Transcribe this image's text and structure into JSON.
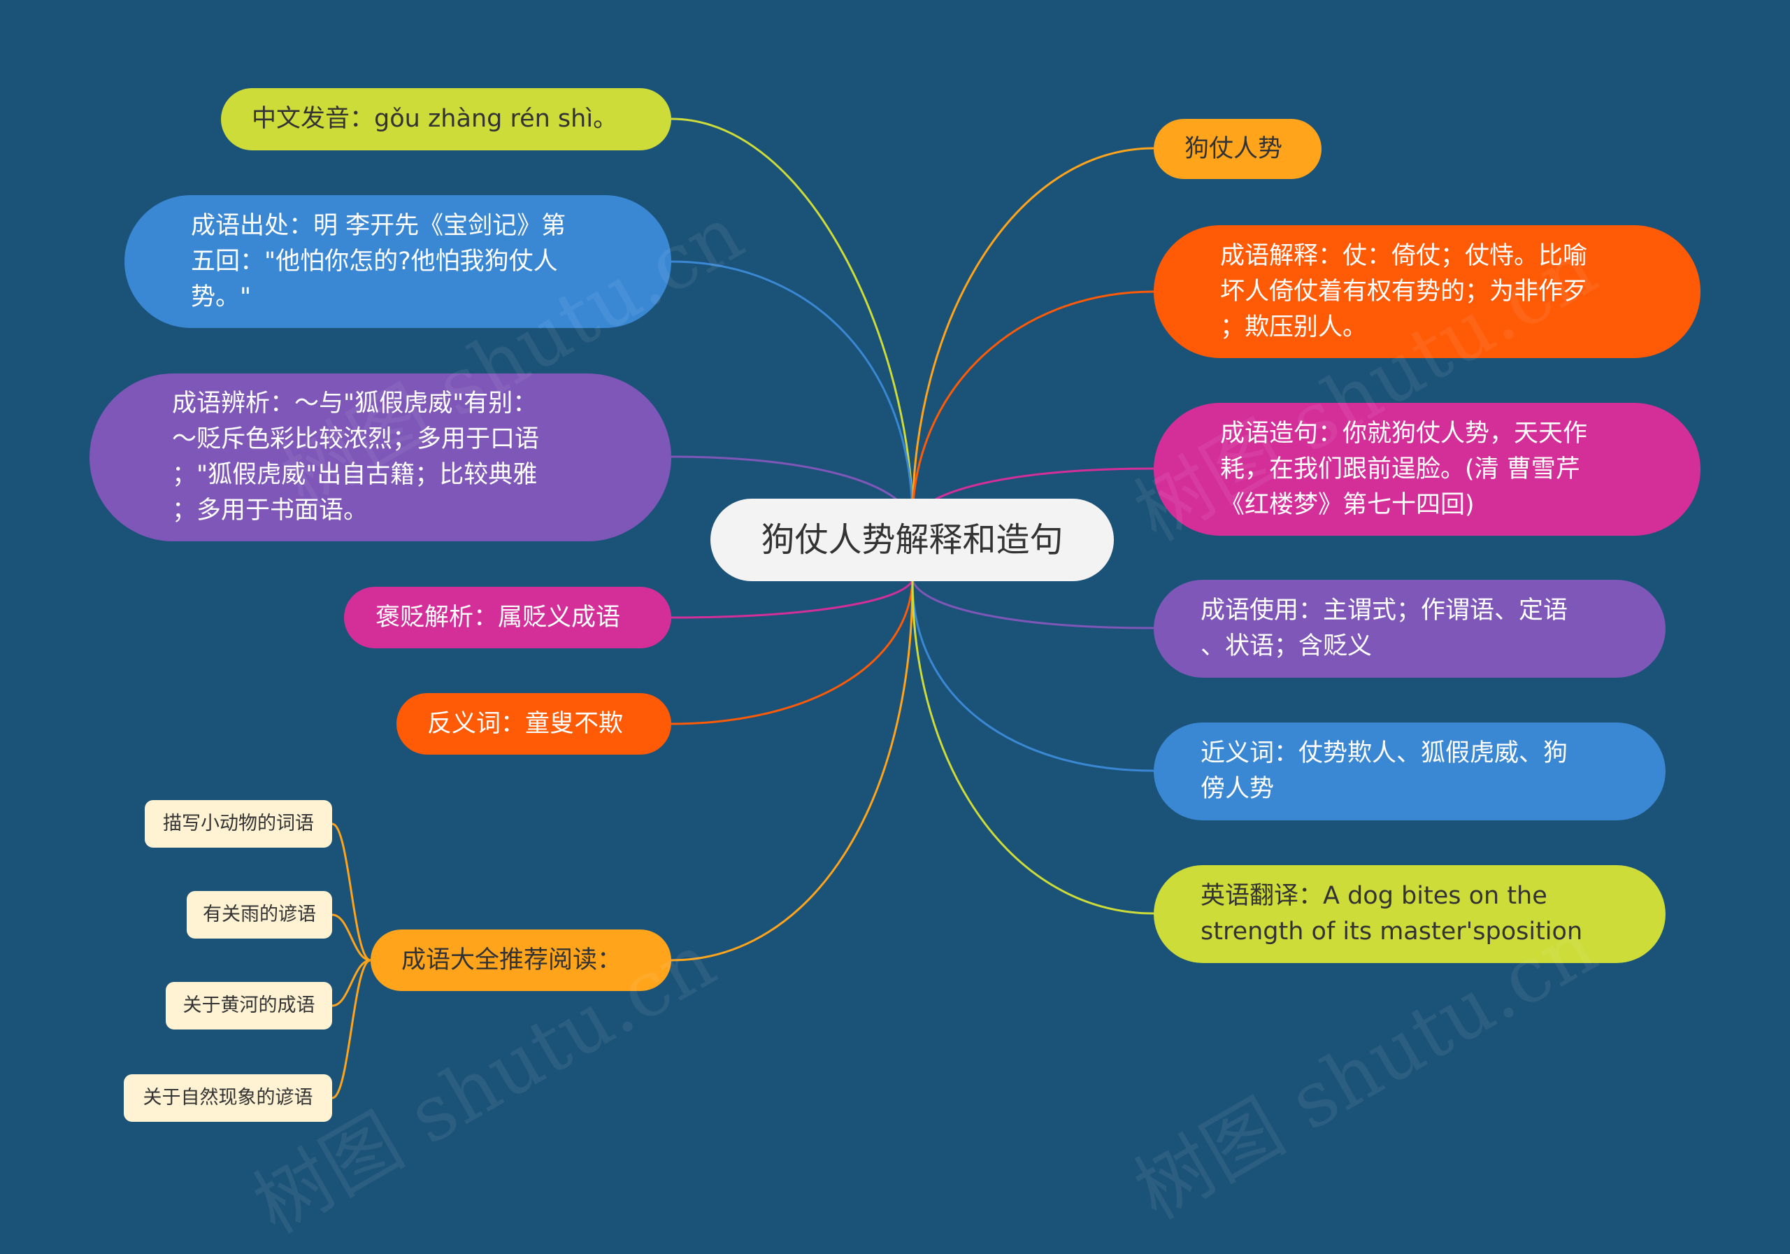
{
  "title": "狗仗人势解释和造句",
  "colors": {
    "background": "#1b5277",
    "yellow_green": "#cddc39",
    "orange": "#ffa41b",
    "blue": "#3a88d4",
    "purple": "#7e57b8",
    "magenta": "#d42f99",
    "red_orange": "#ff5a05",
    "leaf": "#fff3d4"
  },
  "left": {
    "pronunciation": "中文发音：gǒu zhàng rén shì。",
    "source": "成语出处：明 李开先《宝剑记》第\n五回：\"他怕你怎的?他怕我狗仗人\n势。\"",
    "analysis": "成语辨析：～与\"狐假虎威\"有别：\n～贬斥色彩比较浓烈；多用于口语\n；\"狐假虎威\"出自古籍；比较典雅\n；多用于书面语。",
    "sentiment": "褒贬解析：属贬义成语",
    "antonym": "反义词：童叟不欺",
    "reading": "成语大全推荐阅读："
  },
  "reading_list": [
    "描写小动物的词语",
    "有关雨的谚语",
    "关于黄河的成语",
    "关于自然现象的谚语"
  ],
  "right": {
    "idiom": "狗仗人势",
    "meaning": "成语解释：仗：倚仗；仗恃。比喻\n坏人倚仗着有权有势的；为非作歹\n；欺压别人。",
    "example": "成语造句：你就狗仗人势，天天作\n耗，在我们跟前逞脸。(清 曹雪芹\n《红楼梦》第七十四回)",
    "usage": "成语使用：主谓式；作谓语、定语\n、状语；含贬义",
    "synonym": "近义词：仗势欺人、狐假虎威、狗\n傍人势",
    "english": "英语翻译：A dog bites on the\nstrength of its master'sposition"
  },
  "watermark": "树图 shutu.cn"
}
